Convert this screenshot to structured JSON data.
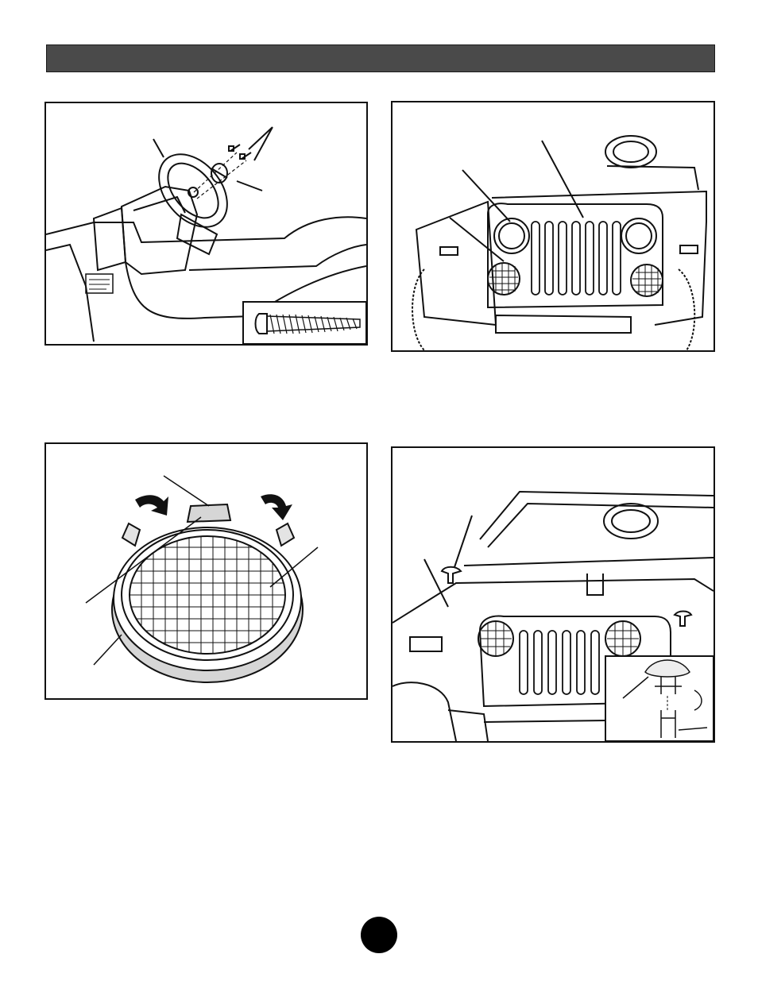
{
  "header": {
    "title": ""
  },
  "figures": [
    {
      "id": "steering-wheel",
      "labels": []
    },
    {
      "id": "headlights-grille",
      "labels": []
    },
    {
      "id": "headlight-guard",
      "labels": []
    },
    {
      "id": "windshield-latch",
      "labels": []
    }
  ],
  "page": {
    "number": ""
  },
  "colors": {
    "ink": "#111111",
    "header": "#4a4a4a",
    "shade": "#d6d6d6"
  }
}
